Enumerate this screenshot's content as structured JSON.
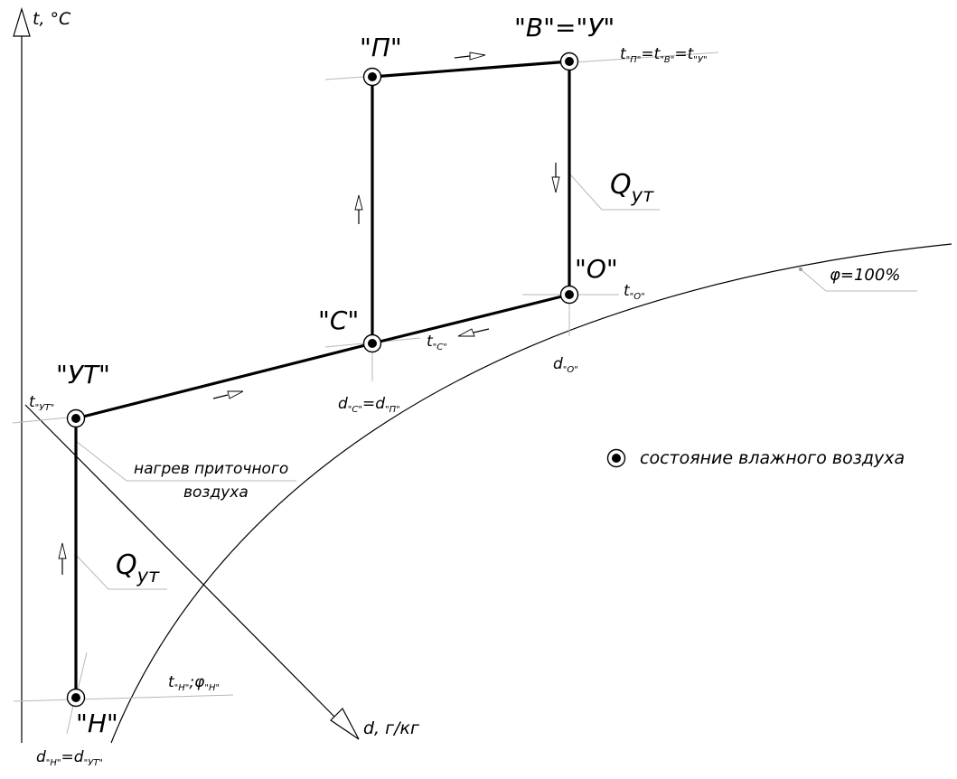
{
  "axes": {
    "t_axis_label": "t, °C",
    "d_axis_label": "d, г/кг"
  },
  "points": {
    "N": {
      "name": "\"Н\""
    },
    "UT": {
      "name": "\"УТ\""
    },
    "S": {
      "name": "\"С\""
    },
    "O": {
      "name": "\"О\""
    },
    "P": {
      "name": "\"П\""
    },
    "VU": {
      "name": "\"В\"=\"У\""
    }
  },
  "annotations": {
    "t_VU": {
      "l1": "t",
      "s1": "\"П\"",
      "l2": "=t",
      "s2": "\"В\"",
      "l3": "=t",
      "s3": "\"У\""
    },
    "t_O": {
      "l1": "t",
      "s1": "\"О\""
    },
    "d_O": {
      "l1": "d",
      "s1": "\"О\""
    },
    "t_S": {
      "l1": "t",
      "s1": "\"С\""
    },
    "d_SP": {
      "l1": "d",
      "s1": "\"С\"",
      "l2": "=d",
      "s2": "\"П\""
    },
    "t_UT": {
      "l1": "t",
      "s1": "\"УТ\""
    },
    "t_N": {
      "l1": "t",
      "s1": "\"Н\"",
      "l2": ";φ",
      "s2": "\"Н\""
    },
    "d_NUT": {
      "l1": "d",
      "s1": "\"Н\"",
      "l2": "=d",
      "s2": "\"УТ\""
    },
    "q_upper": {
      "main": "Q",
      "sub": "ут"
    },
    "q_lower": {
      "main": "Q",
      "sub": "ут"
    },
    "heating": {
      "line1": "нагрев приточного",
      "line2": "воздуха"
    },
    "phi": {
      "text": "φ=100%"
    }
  },
  "legend": {
    "label": "состояние влажного воздуха"
  }
}
